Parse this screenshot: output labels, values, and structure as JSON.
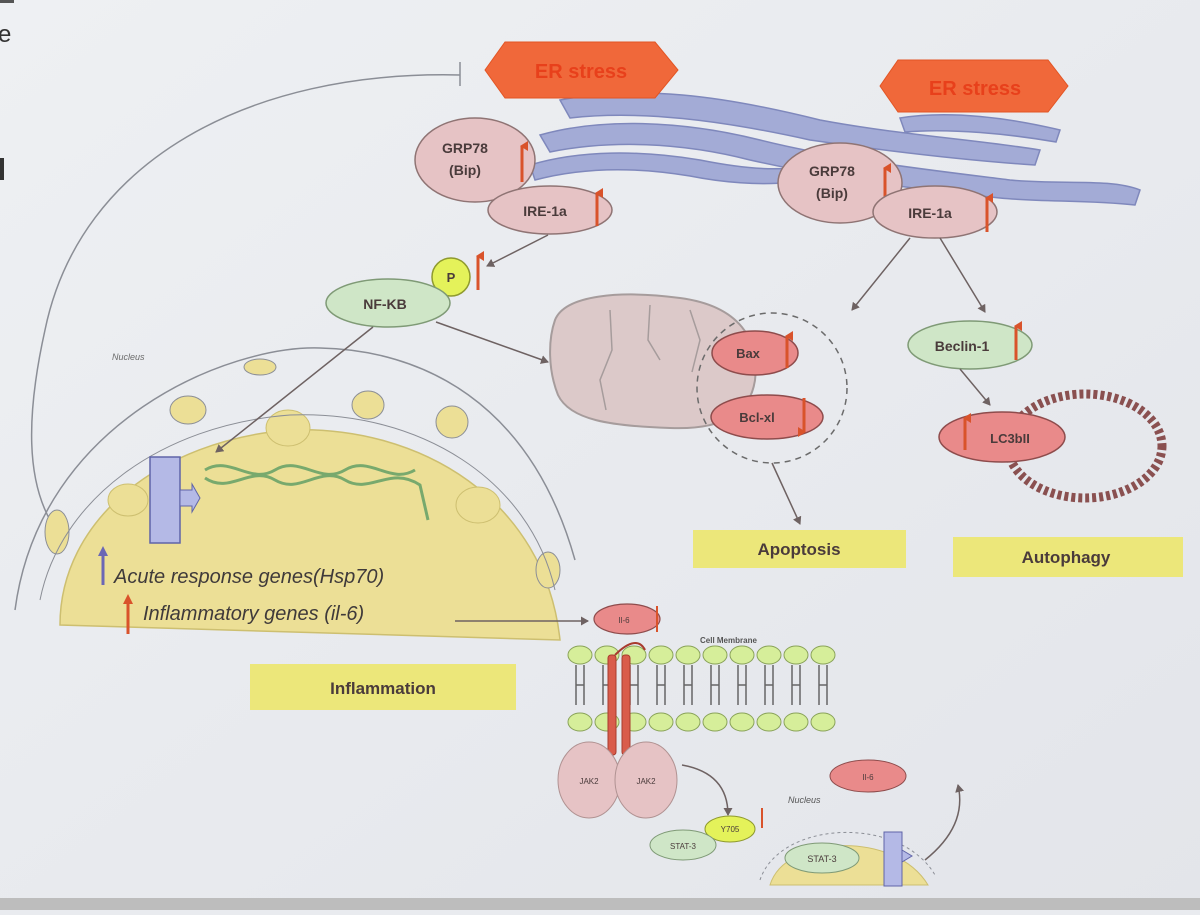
{
  "slide_fragment": "e",
  "er_stress_left": "ER stress",
  "er_stress_right": "ER stress",
  "grp78_left": [
    "GRP78",
    "(Bip)"
  ],
  "grp78_right": [
    "GRP78",
    "(Bip)"
  ],
  "ire1a_left": "IRE-1a",
  "ire1a_right": "IRE-1a",
  "p_label": "P",
  "nfkb": "NF-KB",
  "nucleus_main": "Nucleus",
  "bax": "Bax",
  "bclxl": "Bcl-xl",
  "beclin1": "Beclin-1",
  "lc3bii": "LC3bII",
  "apoptosis": "Apoptosis",
  "autophagy": "Autophagy",
  "acute_genes": "Acute response genes(Hsp70)",
  "inflam_genes": "Inflammatory genes (il-6)",
  "inflammation": "Inflammation",
  "il6_receptor": "Il-6",
  "cell_membrane": "Cell Membrane",
  "jak2_left": "JAK2",
  "jak2_right": "JAK2",
  "y705": "Y705",
  "stat3_left": "STAT-3",
  "stat3_right": "STAT-3",
  "nucleus_small": "Nucleus",
  "il6_secreted": "Il-6",
  "colors": {
    "er_stress": "#f0683a",
    "er_membrane": "#9aa2cf",
    "pink_node": "#e6c3c5",
    "red_node": "#e98a8a",
    "green_node": "#cfe6c7",
    "label_box": "#ece77a",
    "nucleus": "#ecdf96",
    "arrow_up_red": "#d9532b",
    "arrow_up_purple": "#6b67b5"
  }
}
